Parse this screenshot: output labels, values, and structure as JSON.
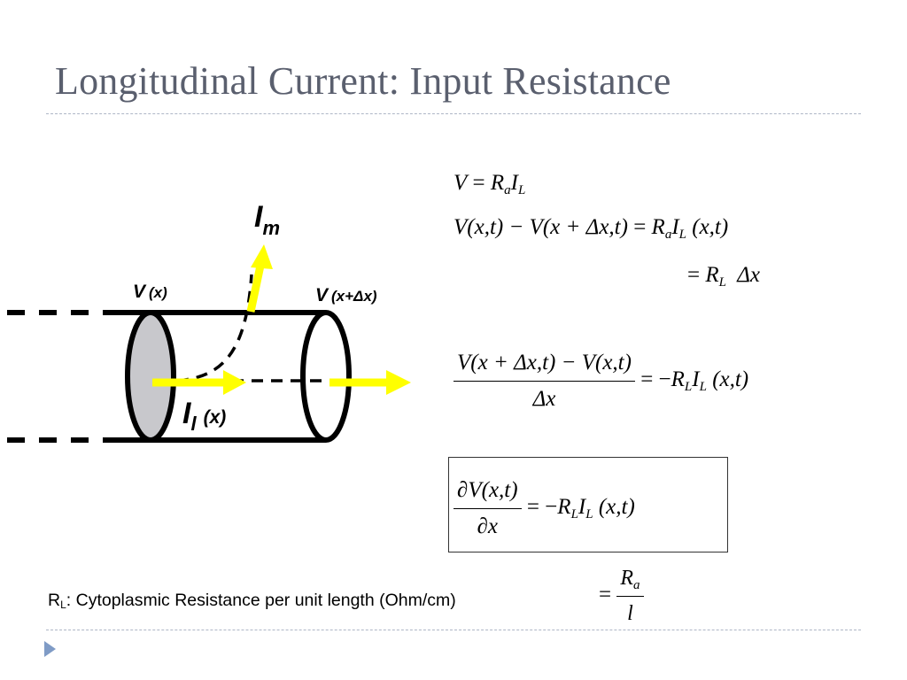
{
  "slide": {
    "title": "Longitudinal Current: Input Resistance"
  },
  "diagram": {
    "label_im_main": "I",
    "label_im_sub": "m",
    "label_vx_v": "V",
    "label_vx_arg": "(x)",
    "label_vxdx_v": "V",
    "label_vxdx_arg": "(x+Δx)",
    "label_il_main": "I",
    "label_il_sub": "l",
    "label_il_arg": "(x)",
    "colors": {
      "arrow": "#ffff00",
      "cross_section": "#c8c8cc",
      "stroke": "#000000"
    }
  },
  "equations": {
    "eq1": {
      "lhs": "V",
      "eq": "=",
      "r": "R",
      "r_sub": "a",
      "i": "I",
      "i_sub": "L"
    },
    "eq2": {
      "lhs": "V(x,t) − V(x + Δx,t)",
      "eq": "=",
      "r": "R",
      "r_sub": "a",
      "i": "I",
      "i_sub": "L",
      "arg": "(x,t)"
    },
    "eq3": {
      "eq": "=",
      "r": "R",
      "r_sub": "L",
      "dx": "Δx"
    },
    "eq4": {
      "num": "V(x + Δx,t) − V(x,t)",
      "den": "Δx",
      "eq": "= −",
      "r": "R",
      "r_sub": "L",
      "i": "I",
      "i_sub": "L",
      "arg": "(x,t)"
    },
    "eq5": {
      "num": "∂V(x,t)",
      "den": "∂x",
      "eq": "= −",
      "r": "R",
      "r_sub": "L",
      "i": "I",
      "i_sub": "L",
      "arg": "(x,t)"
    }
  },
  "footnote": {
    "r": "R",
    "r_sub": "L",
    "text": ": Cytoplasmic Resistance per unit length (Ohm/cm)",
    "eq": "=",
    "frac_num": "R",
    "frac_num_sub": "a",
    "frac_den": "l"
  }
}
